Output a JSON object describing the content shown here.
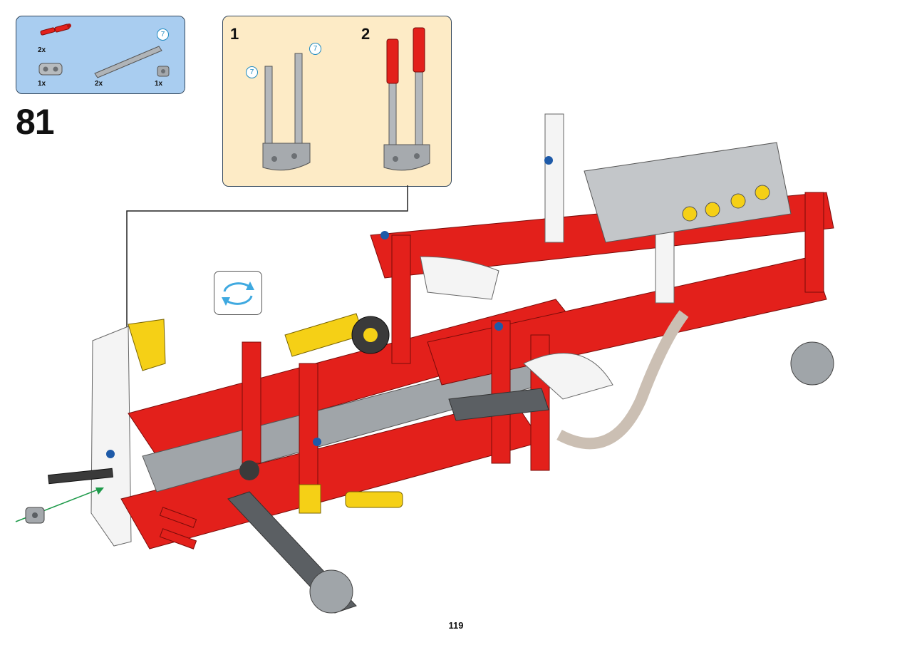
{
  "parts_list": {
    "items": [
      {
        "name": "red-axle-pin",
        "qty": "2x"
      },
      {
        "name": "gray-connector",
        "qty": "1x"
      },
      {
        "name": "gray-axle",
        "qty": "2x",
        "length": "7"
      },
      {
        "name": "gray-bush",
        "qty": "1x"
      }
    ]
  },
  "step": {
    "number": "81"
  },
  "sub_assembly": {
    "steps": [
      {
        "number": "1",
        "length_badges": [
          "7",
          "7"
        ]
      },
      {
        "number": "2"
      }
    ]
  },
  "rotate_icon": "rotate-model-icon",
  "page": {
    "number": "119"
  },
  "colors": {
    "parts_bg": "#a9cdf0",
    "subassembly_bg": "#fdebc6",
    "technic_red": "#e3201b",
    "technic_yellow": "#f5d016",
    "technic_gray": "#a0a5a9",
    "technic_white": "#f4f4f4",
    "technic_blue": "#1e5aa8",
    "arrow_green": "#1e9a4a"
  }
}
